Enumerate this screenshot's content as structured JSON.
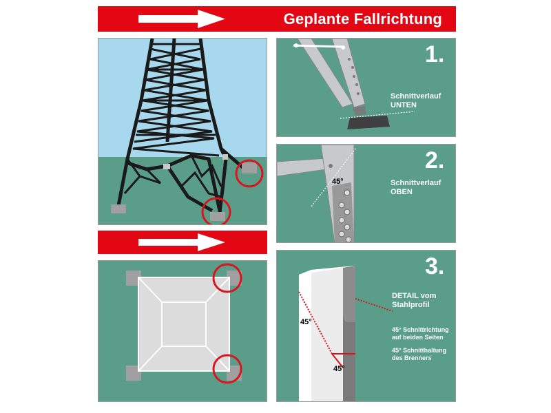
{
  "header": {
    "title": "Geplante Fallrichtung"
  },
  "colors": {
    "banner_red": "#e30613",
    "panel_green": "#5a9e89",
    "sky_blue": "#a7d8ee",
    "steel_grey": "#c7c9cb",
    "marker_red": "#d9141e"
  },
  "steps": [
    {
      "number": "1.",
      "label_line1": "Schnittverlauf",
      "label_line2": "UNTEN"
    },
    {
      "number": "2.",
      "label_line1": "Schnittverlauf",
      "label_line2": "OBEN",
      "angle": "45°"
    },
    {
      "number": "3.",
      "label_line1": "DETAIL vom",
      "label_line2": "Stahlprofil",
      "note1_line1": "45° Schnittrichtung",
      "note1_line2": "auf beiden Seiten",
      "note2_line1": "45° Schnitthaltung",
      "note2_line2": "des Brenners",
      "angle_left": "45°",
      "angle_bottom": "45°"
    }
  ],
  "icons": {
    "direction_arrow": "arrow-right-icon",
    "marker": "red-circle-marker"
  }
}
